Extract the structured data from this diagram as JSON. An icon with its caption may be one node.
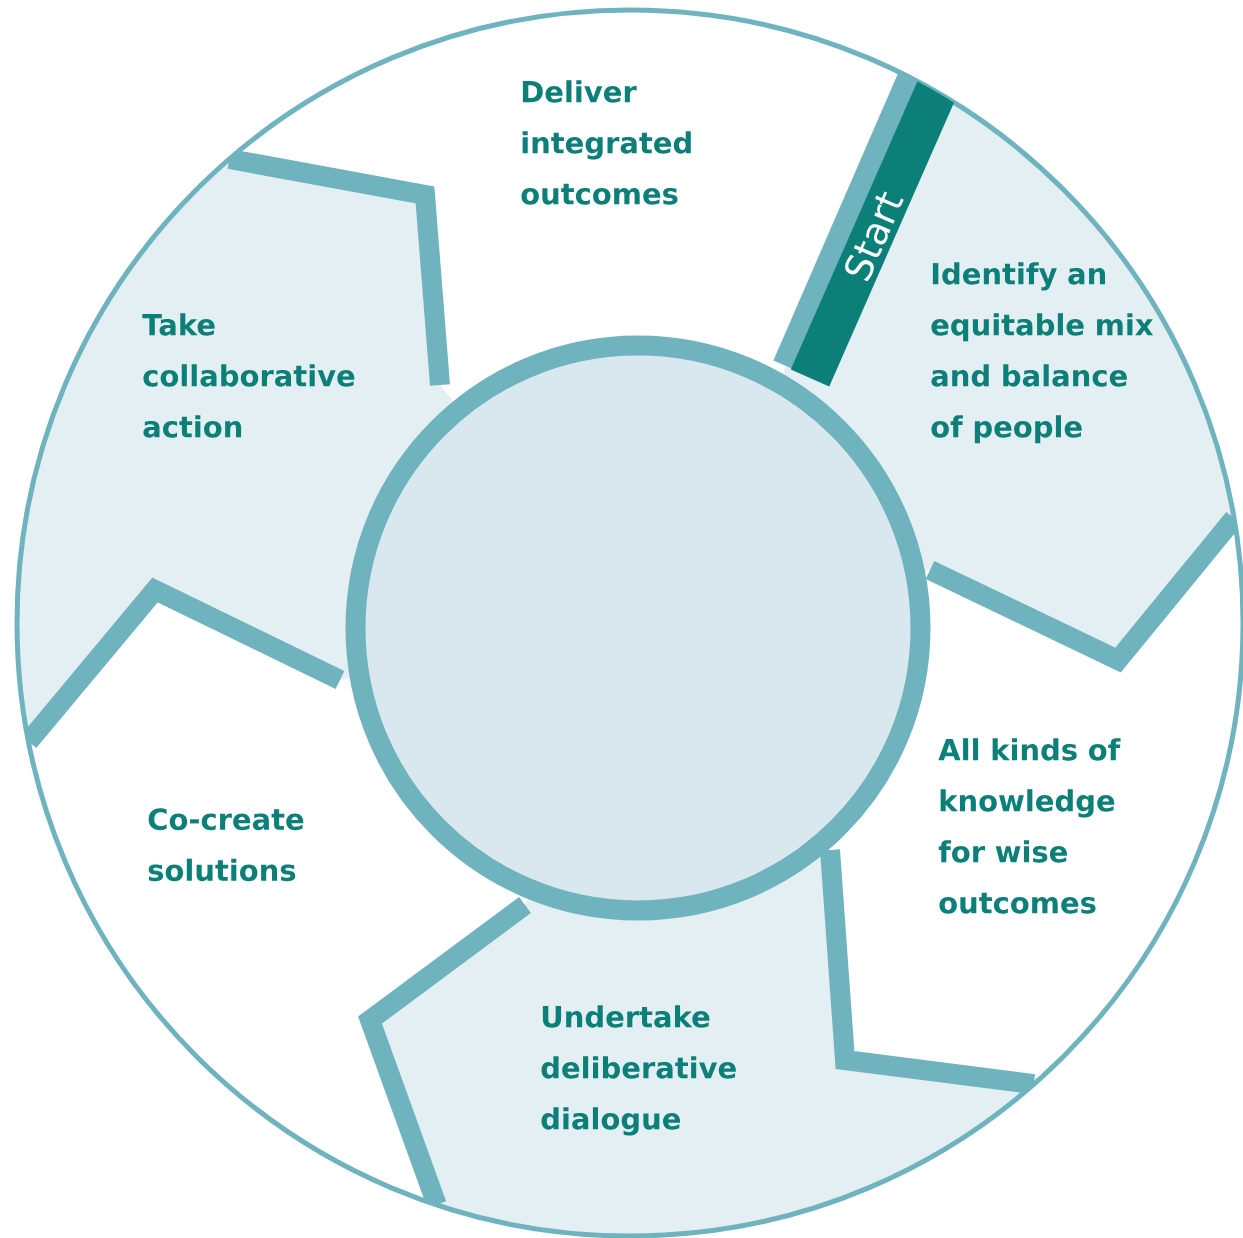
{
  "diagram": {
    "nodes": [
      {
        "text": [
          "Start"
        ]
      },
      {
        "text": [
          "Identify an equitable mix and balance of people"
        ]
      },
      {
        "text": [
          "All kinds of knowledge for wise outcomes"
        ]
      },
      {
        "text": [
          "Undertake deliberative dialogue"
        ]
      },
      {
        "text": [
          "Co-create solutions"
        ]
      },
      {
        "text": [
          "Take collaborative action"
        ]
      },
      {
        "text": [
          "Deliver integrated outcomes"
        ]
      },
      {
        "text": [],
        "shape": "circle"
      }
    ]
  }
}
